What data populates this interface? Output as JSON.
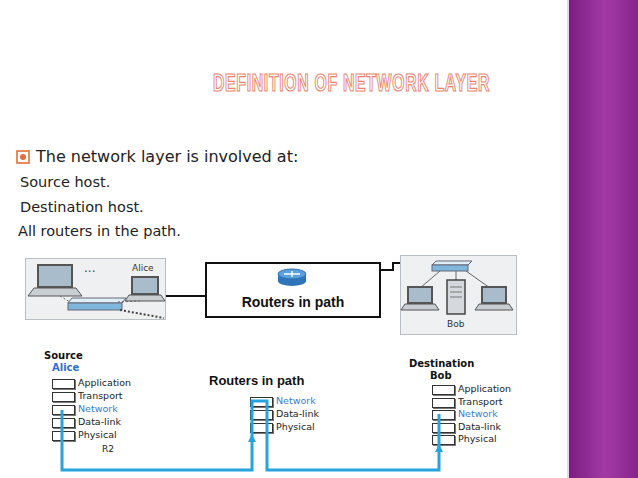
{
  "diagram": {
    "title": "DEFINITION OF NETWORK LAYER",
    "nodes": [
      {
        "text": [
          "Alice"
        ]
      },
      {
        "text": [
          "Routers in path"
        ]
      },
      {
        "text": [
          "Bob"
        ]
      },
      {
        "text": [
          "Source",
          "Alice"
        ]
      },
      {
        "text": [
          "Application"
        ],
        "in": 3
      },
      {
        "text": [
          "Transport"
        ],
        "in": 3
      },
      {
        "text": [
          "Network"
        ],
        "in": 3
      },
      {
        "text": [
          "Data-link"
        ],
        "in": 3
      },
      {
        "text": [
          "Physical"
        ],
        "in": 3
      },
      {
        "text": [
          "Routers in path"
        ]
      },
      {
        "text": [
          "Network"
        ],
        "in": 9
      },
      {
        "text": [
          "Data-link"
        ],
        "in": 9
      },
      {
        "text": [
          "Physical"
        ],
        "in": 9
      },
      {
        "text": [
          "Destination",
          "Bob"
        ]
      },
      {
        "text": [
          "Application"
        ],
        "in": 13
      },
      {
        "text": [
          "Transport"
        ],
        "in": 13
      },
      {
        "text": [
          "Network"
        ],
        "in": 13
      },
      {
        "text": [
          "Data-link"
        ],
        "in": 13
      },
      {
        "text": [
          "Physical"
        ],
        "in": 13
      }
    ],
    "edges": [
      {
        "from": 0,
        "to": 1,
        "arrow": "none"
      },
      {
        "from": 1,
        "to": 2,
        "arrow": "none"
      },
      {
        "from": 3,
        "to": 9,
        "arrow": "to"
      },
      {
        "from": 9,
        "to": 13,
        "arrow": "to"
      }
    ],
    "labels": [
      "The network layer is involved at:",
      "Source host.",
      "Destination host.",
      "All routers in the path.",
      "...",
      "R2"
    ]
  }
}
